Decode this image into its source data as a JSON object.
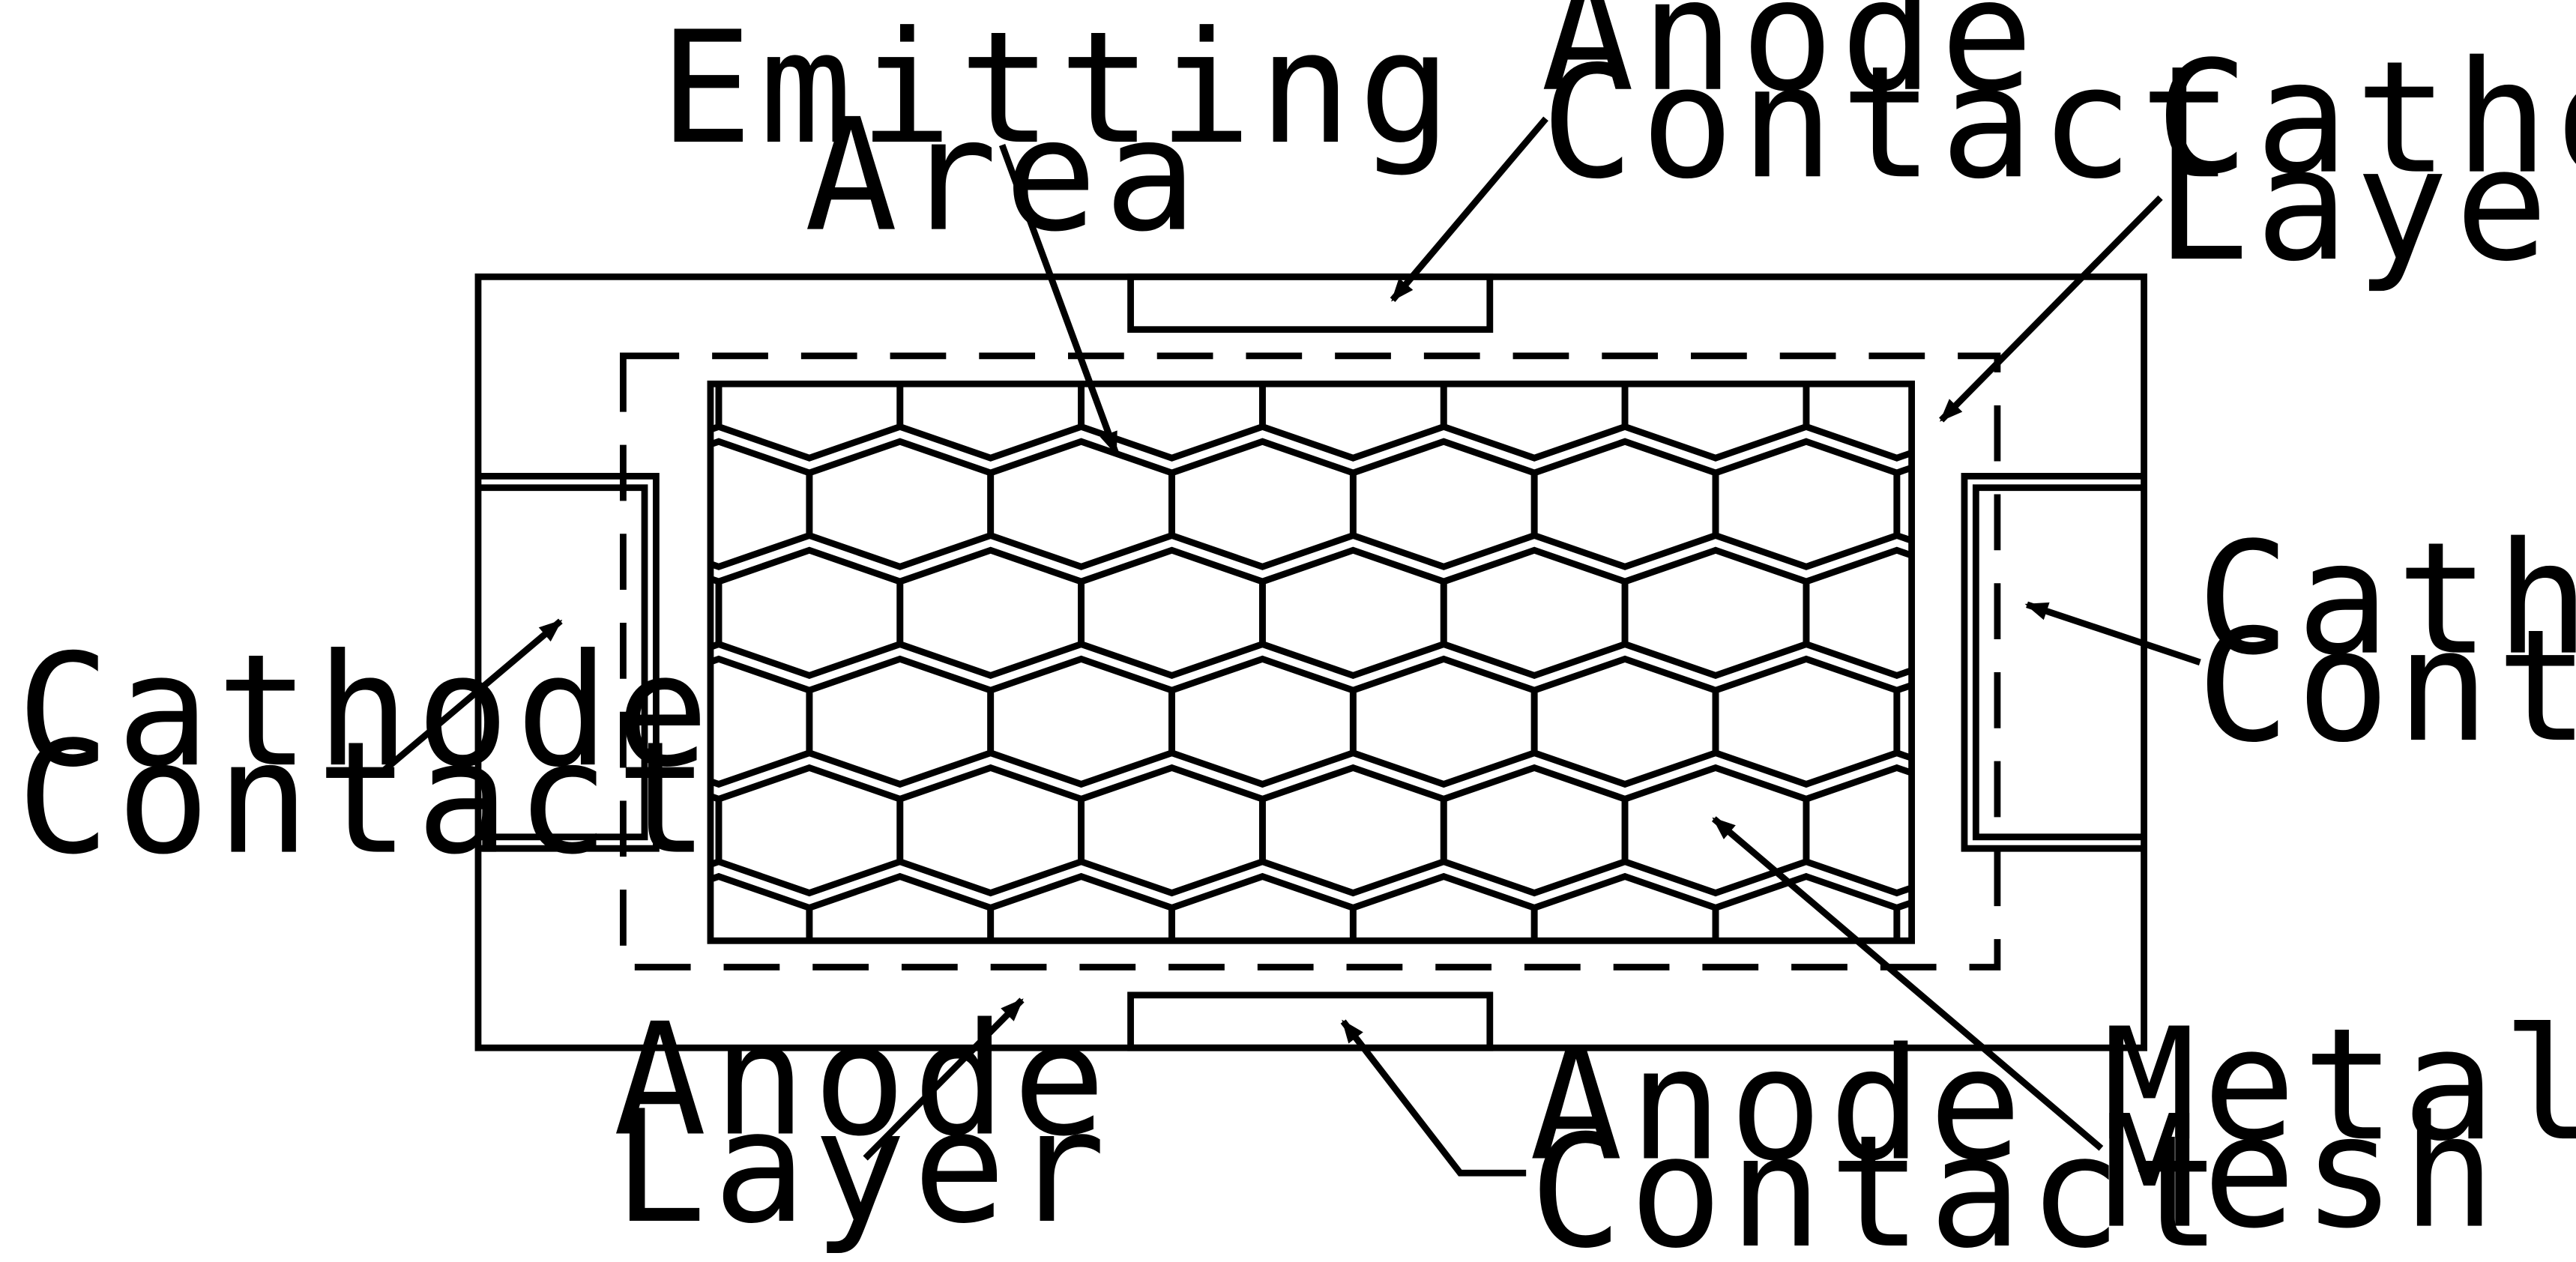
{
  "colors": {
    "stroke": "#000000",
    "background": "#ffffff"
  },
  "labels": {
    "emitting_area": [
      "Emitting",
      "Area"
    ],
    "anode_contact_top": [
      "Anode",
      "Contact"
    ],
    "cathode_layer": [
      "Cathode",
      "Layer"
    ],
    "cathode_contact_left": [
      "Cathode",
      "Contact"
    ],
    "cathode_contact_right": [
      "Cathode",
      "Contact"
    ],
    "anode_layer": [
      "Anode",
      "Layer"
    ],
    "anode_contact_bottom": [
      "Anode",
      "Contact"
    ],
    "metal_mesh": [
      "Metal",
      "Mesh"
    ]
  }
}
